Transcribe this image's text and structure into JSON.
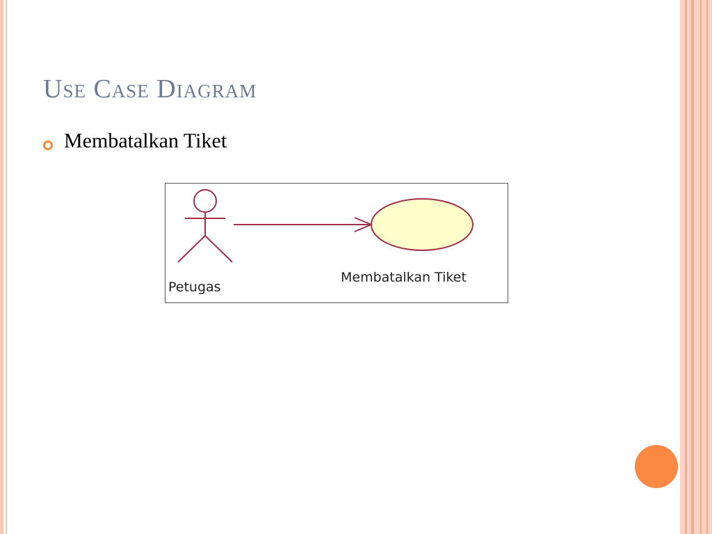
{
  "slide": {
    "title": "Use Case Diagram",
    "bullets": [
      {
        "text": "Membatalkan Tiket"
      }
    ]
  },
  "diagram": {
    "actor": {
      "label": "Petugas"
    },
    "use_case": {
      "label": "Membatalkan Tiket"
    },
    "colors": {
      "actor_line": "#a0304a",
      "use_case_fill": "#ffffcc",
      "use_case_stroke": "#a0304a"
    }
  },
  "theme": {
    "title_color": "#6e7a92",
    "accent": "#fb8843",
    "stripe": "#f8c8b6"
  }
}
